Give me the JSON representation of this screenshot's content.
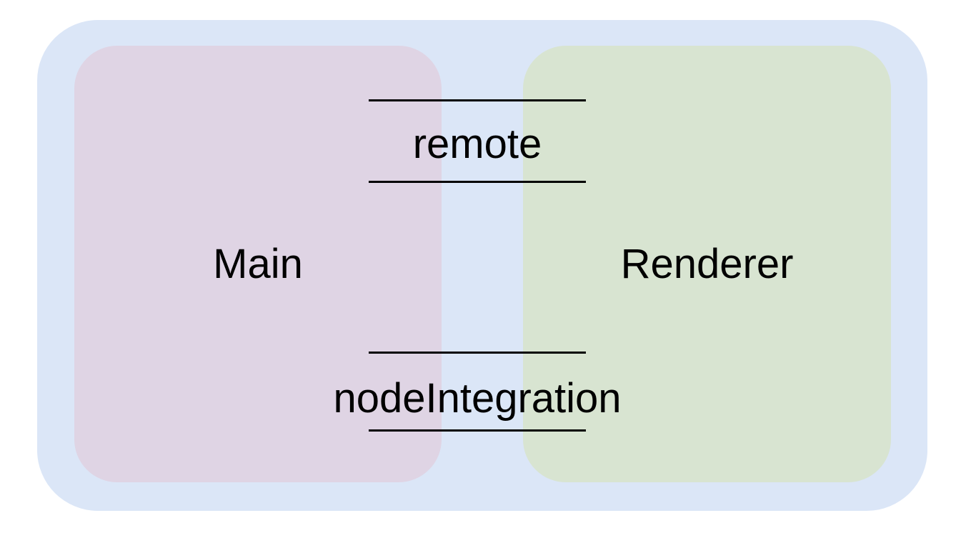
{
  "diagram": {
    "background": "#ffffff",
    "container": {
      "fill": "#dbe6f7"
    },
    "nodes": [
      {
        "id": "main",
        "label": "Main",
        "fill": "#dfd4e4"
      },
      {
        "id": "renderer",
        "label": "Renderer",
        "fill": "#d8e4d1"
      }
    ],
    "connectors": [
      {
        "id": "remote",
        "label": "remote"
      },
      {
        "id": "nodeIntegration",
        "label": "nodeIntegration"
      }
    ],
    "line_color": "#000000",
    "text_color": "#000000"
  }
}
